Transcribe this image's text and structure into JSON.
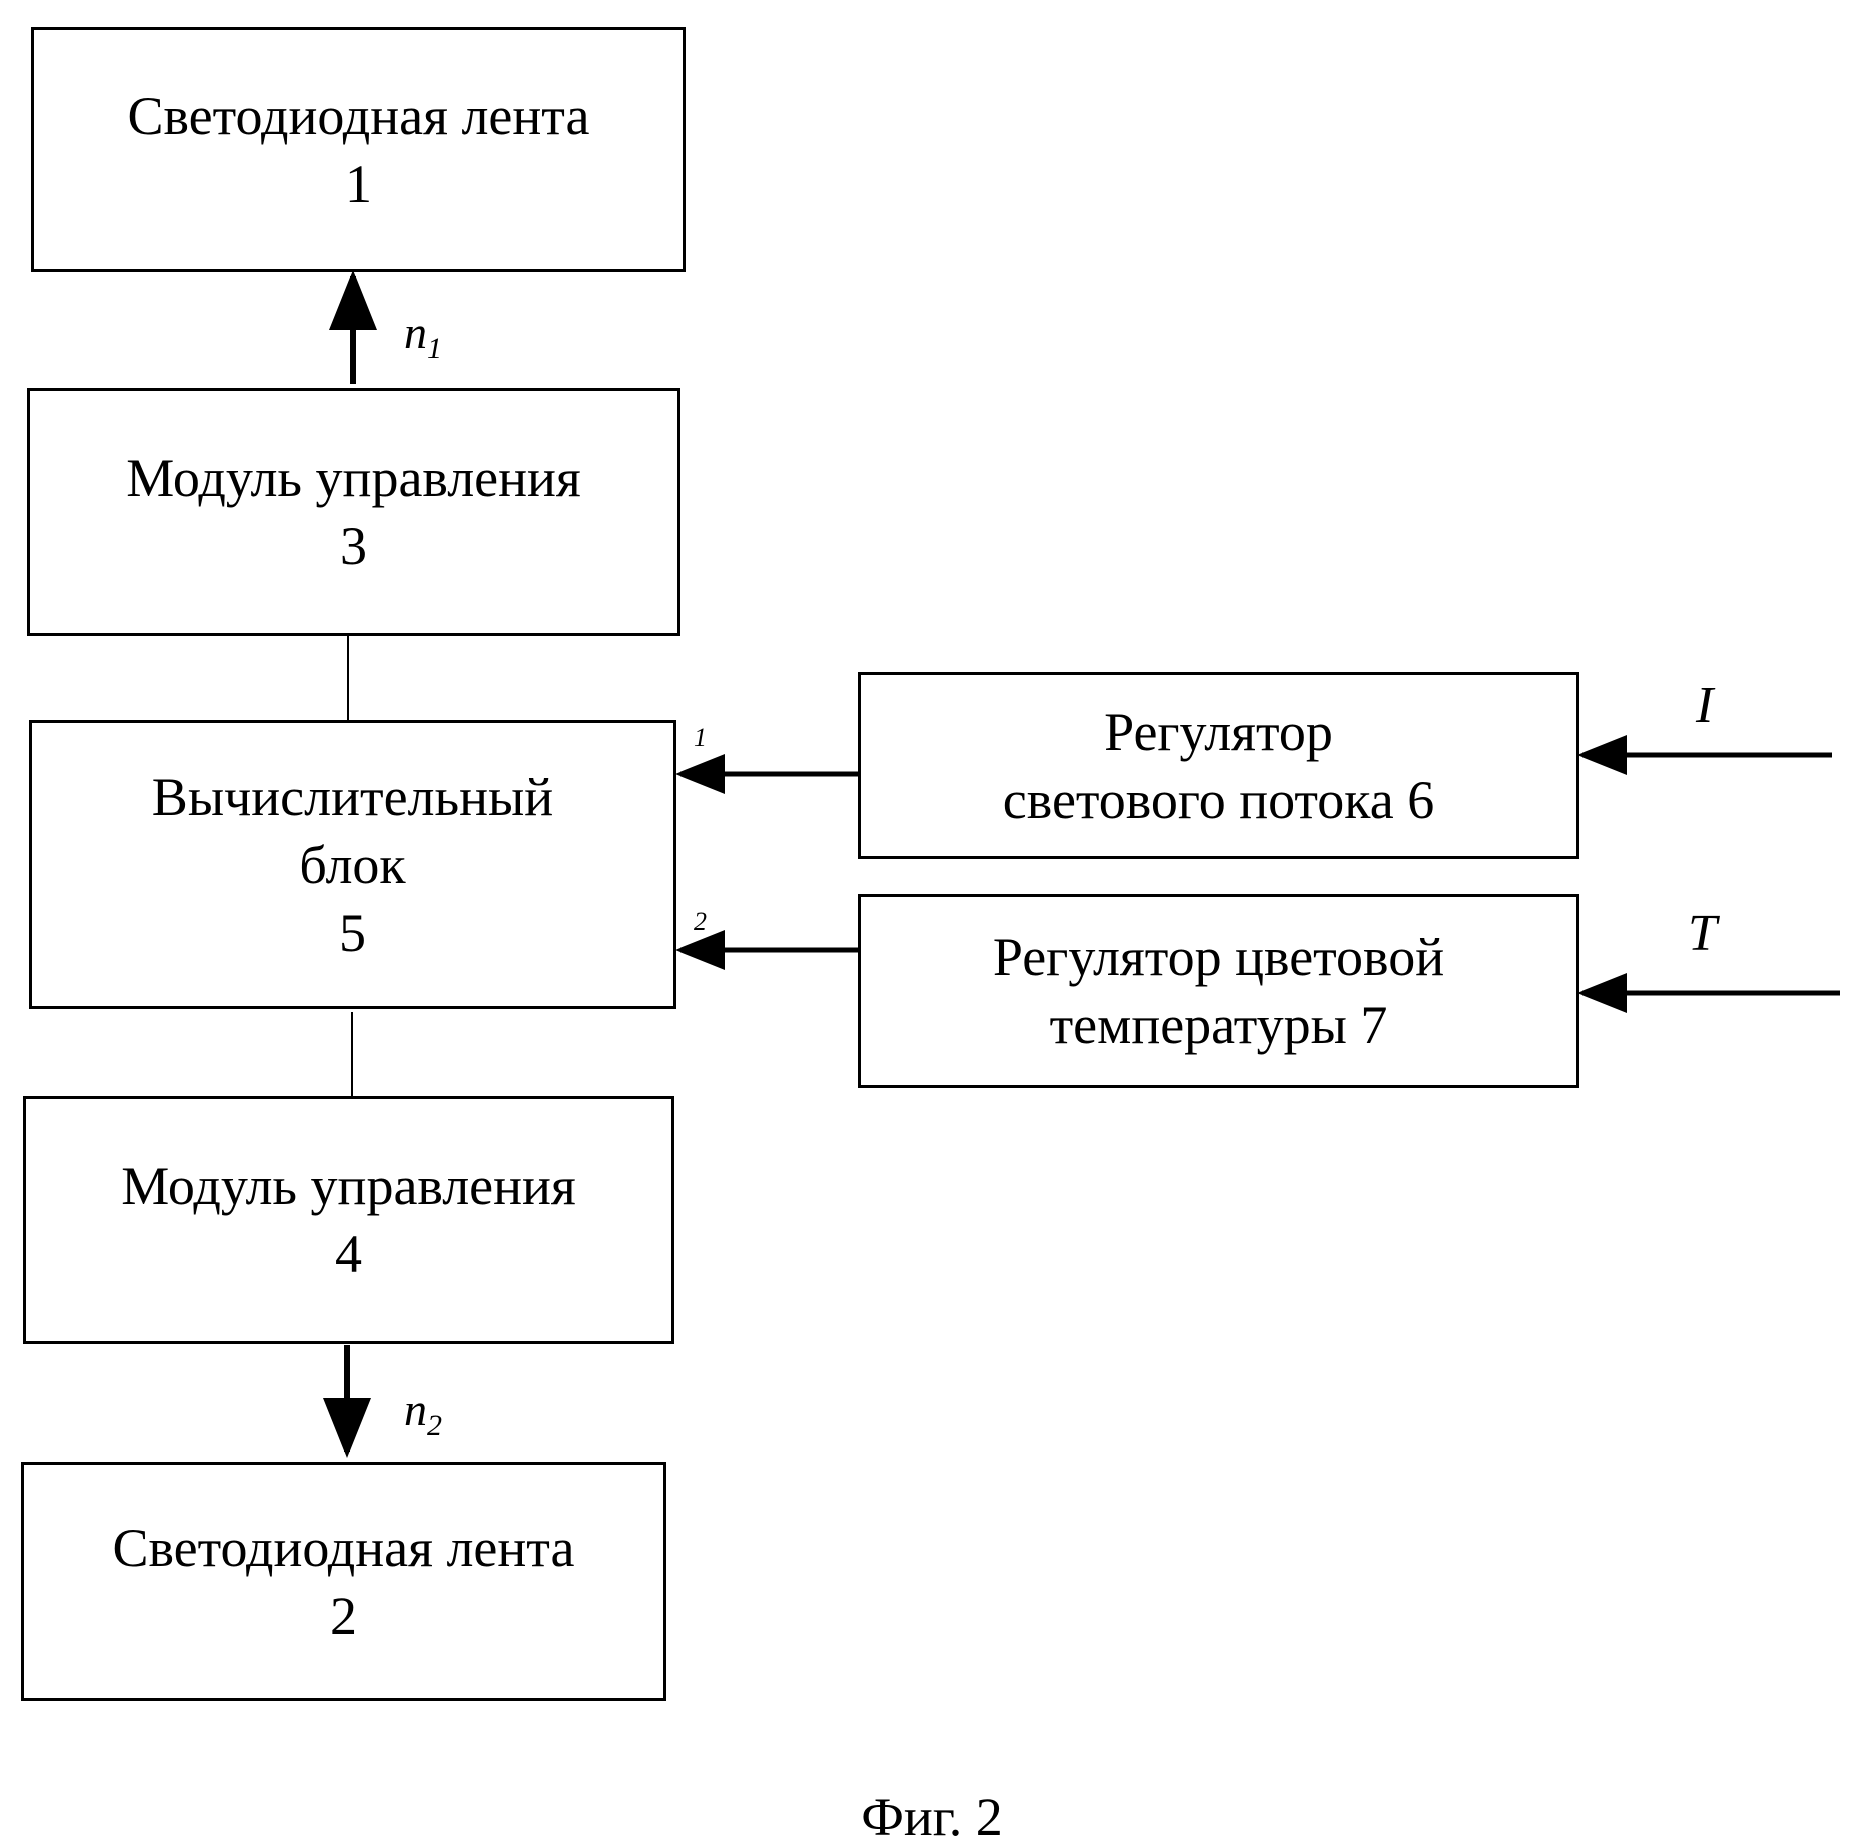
{
  "blocks": {
    "led_strip_1": {
      "title": "Светодиодная лента",
      "number": "1"
    },
    "control_module_3": {
      "title": "Модуль управления",
      "number": "3"
    },
    "computing_unit_5": {
      "line1": "Вычислительный",
      "line2": "блок",
      "number": "5"
    },
    "control_module_4": {
      "title": "Модуль управления",
      "number": "4"
    },
    "led_strip_2": {
      "title": "Светодиодная лента",
      "number": "2"
    },
    "flux_regulator_6": {
      "line1": "Регулятор",
      "line2": "светового потока 6"
    },
    "color_temp_regulator_7": {
      "line1": "Регулятор цветовой",
      "line2": "температуры 7"
    }
  },
  "signals": {
    "n1": {
      "base": "n",
      "sub": "1"
    },
    "n2": {
      "base": "n",
      "sub": "2"
    },
    "input_I": "I",
    "input_T": "T",
    "port_1": "1",
    "port_2": "2"
  },
  "caption": "Фиг. 2"
}
